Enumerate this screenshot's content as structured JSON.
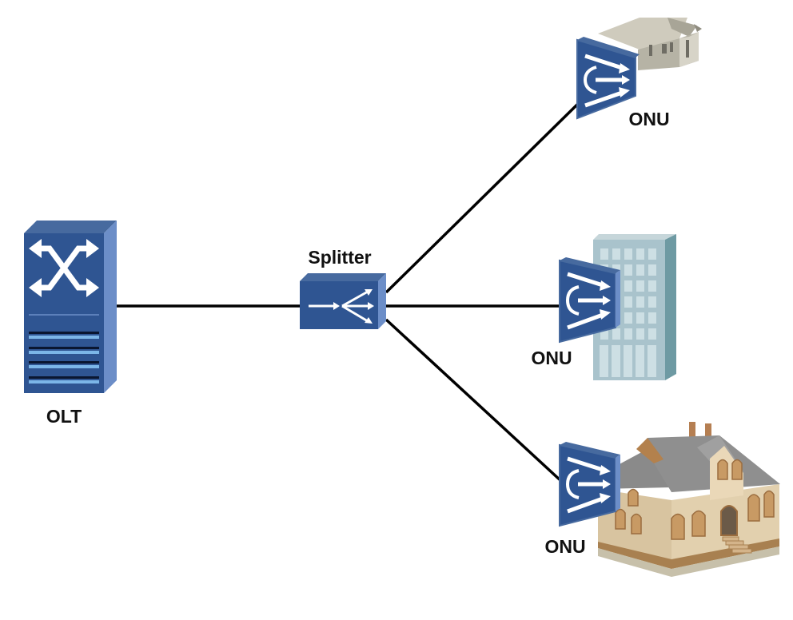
{
  "diagram": {
    "type": "network-topology",
    "title": "",
    "nodes": {
      "olt": {
        "label": "OLT",
        "kind": "optical-line-terminal",
        "icon": "switch-icon"
      },
      "splitter": {
        "label": "Splitter",
        "kind": "optical-splitter",
        "icon": "splitter-icon"
      },
      "onu_top": {
        "label": "ONU",
        "kind": "optical-network-unit",
        "icon": "onu-icon",
        "premises": "single-story-house"
      },
      "onu_middle": {
        "label": "ONU",
        "kind": "optical-network-unit",
        "icon": "onu-icon",
        "premises": "office-building"
      },
      "onu_bottom": {
        "label": "ONU",
        "kind": "optical-network-unit",
        "icon": "onu-icon",
        "premises": "large-house"
      }
    },
    "edges": [
      {
        "from": "olt",
        "to": "splitter"
      },
      {
        "from": "splitter",
        "to": "onu_top"
      },
      {
        "from": "splitter",
        "to": "onu_middle"
      },
      {
        "from": "splitter",
        "to": "onu_bottom"
      }
    ],
    "colors": {
      "device_front": "#2f5592",
      "device_top": "#476a9f",
      "device_side": "#6c8ec8",
      "light_stripe": "#7cb6e8",
      "link": "#000000",
      "building": "#a9c3cc",
      "house_wall": "#d9c5a0",
      "roof": "#8a8a8a"
    }
  }
}
